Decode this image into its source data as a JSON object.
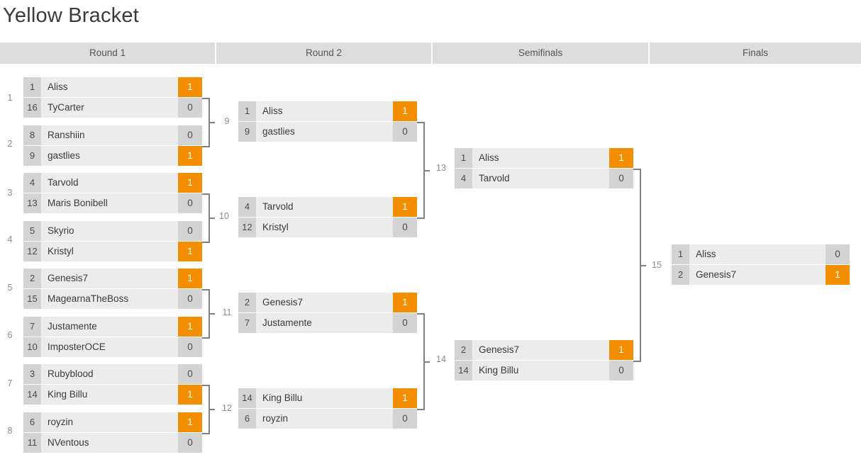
{
  "page": {
    "title": "Yellow Bracket",
    "accent_color": "#f28e00",
    "header_bg": "#dddddd",
    "row_bg": "#ececec",
    "seed_bg": "#d3d3d3",
    "connector_color": "#808080"
  },
  "rounds": [
    {
      "label": "Round 1"
    },
    {
      "label": "Round 2"
    },
    {
      "label": "Semifinals"
    },
    {
      "label": "Finals"
    }
  ],
  "matches": [
    {
      "index": "1",
      "round": 0,
      "top": {
        "seed": "1",
        "name": "Aliss",
        "score": "1",
        "winner": true
      },
      "bottom": {
        "seed": "16",
        "name": "TyCarter",
        "score": "0",
        "winner": false
      }
    },
    {
      "index": "2",
      "round": 0,
      "top": {
        "seed": "8",
        "name": "Ranshiin",
        "score": "0",
        "winner": false
      },
      "bottom": {
        "seed": "9",
        "name": "gastlies",
        "score": "1",
        "winner": true
      }
    },
    {
      "index": "3",
      "round": 0,
      "top": {
        "seed": "4",
        "name": "Tarvold",
        "score": "1",
        "winner": true
      },
      "bottom": {
        "seed": "13",
        "name": "Maris Bonibell",
        "score": "0",
        "winner": false
      }
    },
    {
      "index": "4",
      "round": 0,
      "top": {
        "seed": "5",
        "name": "Skyrio",
        "score": "0",
        "winner": false
      },
      "bottom": {
        "seed": "12",
        "name": "Kristyl",
        "score": "1",
        "winner": true
      }
    },
    {
      "index": "5",
      "round": 0,
      "top": {
        "seed": "2",
        "name": "Genesis7",
        "score": "1",
        "winner": true
      },
      "bottom": {
        "seed": "15",
        "name": "MagearnaTheBoss",
        "score": "0",
        "winner": false
      }
    },
    {
      "index": "6",
      "round": 0,
      "top": {
        "seed": "7",
        "name": "Justamente",
        "score": "1",
        "winner": true
      },
      "bottom": {
        "seed": "10",
        "name": "ImposterOCE",
        "score": "0",
        "winner": false
      }
    },
    {
      "index": "7",
      "round": 0,
      "top": {
        "seed": "3",
        "name": "Rubyblood",
        "score": "0",
        "winner": false
      },
      "bottom": {
        "seed": "14",
        "name": "King Billu",
        "score": "1",
        "winner": true
      }
    },
    {
      "index": "8",
      "round": 0,
      "top": {
        "seed": "6",
        "name": "royzin",
        "score": "1",
        "winner": true
      },
      "bottom": {
        "seed": "11",
        "name": "NVentous",
        "score": "0",
        "winner": false
      }
    },
    {
      "index": "9",
      "round": 1,
      "top": {
        "seed": "1",
        "name": "Aliss",
        "score": "1",
        "winner": true
      },
      "bottom": {
        "seed": "9",
        "name": "gastlies",
        "score": "0",
        "winner": false
      }
    },
    {
      "index": "10",
      "round": 1,
      "top": {
        "seed": "4",
        "name": "Tarvold",
        "score": "1",
        "winner": true
      },
      "bottom": {
        "seed": "12",
        "name": "Kristyl",
        "score": "0",
        "winner": false
      }
    },
    {
      "index": "11",
      "round": 1,
      "top": {
        "seed": "2",
        "name": "Genesis7",
        "score": "1",
        "winner": true
      },
      "bottom": {
        "seed": "7",
        "name": "Justamente",
        "score": "0",
        "winner": false
      }
    },
    {
      "index": "12",
      "round": 1,
      "top": {
        "seed": "14",
        "name": "King Billu",
        "score": "1",
        "winner": true
      },
      "bottom": {
        "seed": "6",
        "name": "royzin",
        "score": "0",
        "winner": false
      }
    },
    {
      "index": "13",
      "round": 2,
      "top": {
        "seed": "1",
        "name": "Aliss",
        "score": "1",
        "winner": true
      },
      "bottom": {
        "seed": "4",
        "name": "Tarvold",
        "score": "0",
        "winner": false
      }
    },
    {
      "index": "14",
      "round": 2,
      "top": {
        "seed": "2",
        "name": "Genesis7",
        "score": "1",
        "winner": true
      },
      "bottom": {
        "seed": "14",
        "name": "King Billu",
        "score": "0",
        "winner": false
      }
    },
    {
      "index": "15",
      "round": 3,
      "top": {
        "seed": "1",
        "name": "Aliss",
        "score": "0",
        "winner": false
      },
      "bottom": {
        "seed": "2",
        "name": "Genesis7",
        "score": "1",
        "winner": true
      }
    }
  ]
}
